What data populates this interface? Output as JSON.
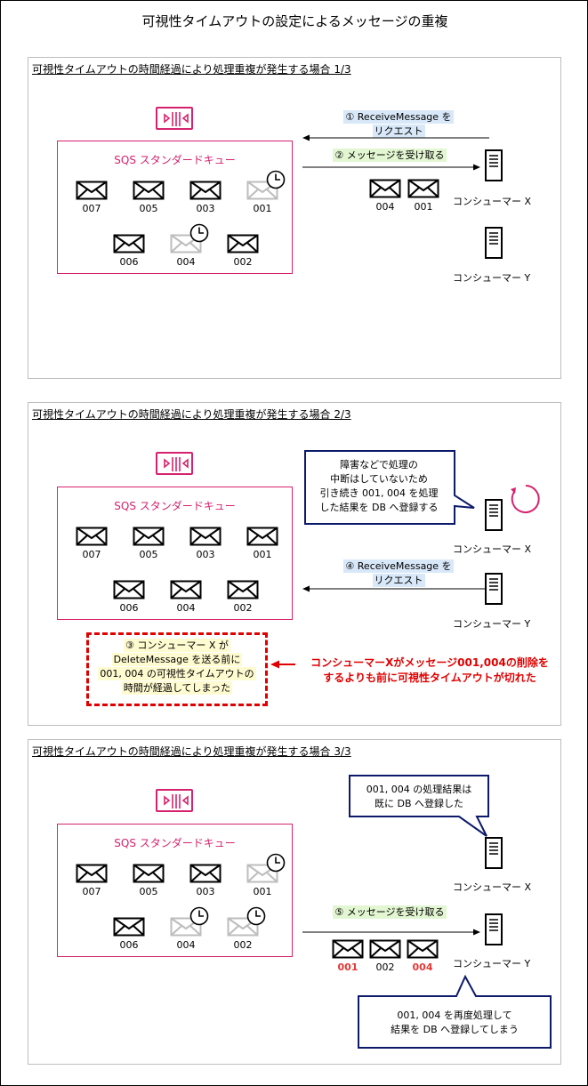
{
  "title": "可視性タイムアウトの設定によるメッセージの重複",
  "queue_label": "SQS スタンダードキュー",
  "consumer_x": "コンシューマー X",
  "consumer_y": "コンシューマー Y",
  "colors": {
    "sqs_pink": "#d6226e",
    "alert_red": "#e00000",
    "callout_border": "#0d1a6b",
    "dim_gray": "#bdbdbd"
  },
  "panels": [
    {
      "title": "可視性タイムアウトの時間経過により処理重複が発生する場合 1/3",
      "queue_row1": [
        "007",
        "005",
        "003",
        "001"
      ],
      "queue_row2": [
        "006",
        "004",
        "002"
      ],
      "step1_line1": "① ReceiveMessage を",
      "step1_line2": "リクエスト",
      "step2": "② メッセージを受け取る",
      "received": [
        "004",
        "001"
      ]
    },
    {
      "title": "可視性タイムアウトの時間経過により処理重複が発生する場合 2/3",
      "queue_row1": [
        "007",
        "005",
        "003",
        "001"
      ],
      "queue_row2": [
        "006",
        "004",
        "002"
      ],
      "callout_lines": [
        "障害などで処理の",
        "中断はしていないため",
        "引き続き 001, 004 を処理",
        "した結果を DB へ登録する"
      ],
      "step4_line1": "④ ReceiveMessage を",
      "step4_line2": "リクエスト",
      "step3_lines": [
        "③ コンシューマー X が",
        "DeleteMessage を送る前に",
        "001, 004 の可視性タイムアウトの",
        "時間が経過してしまった"
      ],
      "alert_lines": [
        "コンシューマーXがメッセージ001,004の削除を",
        "するよりも前に可視性タイムアウトが切れた"
      ]
    },
    {
      "title": "可視性タイムアウトの時間経過により処理重複が発生する場合 3/3",
      "queue_row1": [
        "007",
        "005",
        "003",
        "001"
      ],
      "queue_row2": [
        "006",
        "004",
        "002"
      ],
      "callout_x_lines": [
        "001, 004 の処理結果は",
        "既に DB へ登録した"
      ],
      "step5": "⑤ メッセージを受け取る",
      "received": [
        "001",
        "002",
        "004"
      ],
      "callout_y_lines": [
        "001, 004 を再度処理して",
        "結果を DB へ登録してしまう"
      ]
    }
  ]
}
